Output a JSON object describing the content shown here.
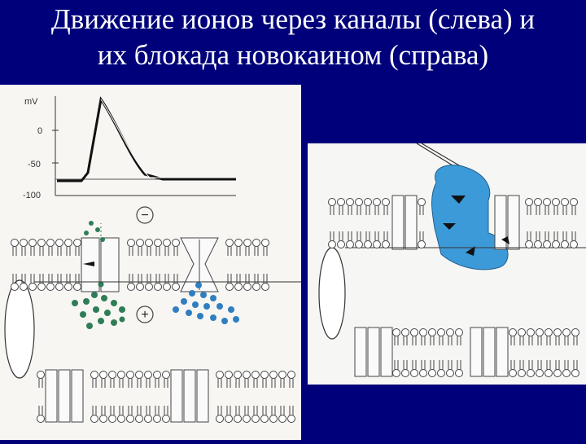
{
  "slide": {
    "title_line1": "Движение ионов через каналы (слева) и",
    "title_line2": "их блокада новокаином (справа)"
  },
  "left_panel": {
    "graph": {
      "unit_label": "mV",
      "tick_0": "0",
      "tick_m50": "-50",
      "tick_m100": "-100"
    },
    "minus_sign": "−",
    "plus_sign": "+"
  },
  "colors": {
    "background": "#00007a",
    "title": "#ffffff",
    "green_ions": "#2e7d57",
    "blue_ions": "#2f7fc0",
    "drug_blue": "#3d9ad8"
  },
  "icons": [
    "minus-circle-icon",
    "plus-circle-icon",
    "needle-icon"
  ]
}
